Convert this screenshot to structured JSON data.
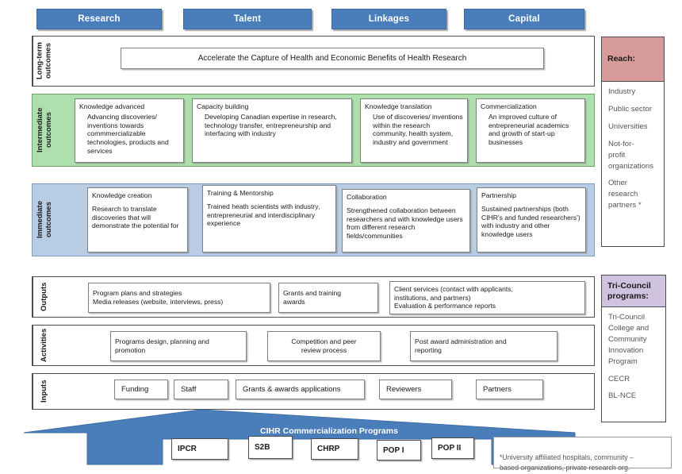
{
  "pillars": [
    {
      "label": "Research"
    },
    {
      "label": "Talent"
    },
    {
      "label": "Linkages"
    },
    {
      "label": "Capital"
    }
  ],
  "rows": {
    "long_term": {
      "label": "Long-term\noutcomes",
      "statement": "Accelerate the Capture of Health and Economic Benefits of Health Research"
    },
    "intermediate": {
      "label": "Intermediate\noutcomes",
      "cards": [
        {
          "title": "Knowledge advanced",
          "body": "Advancing discoveries/ inventions towards commmercializable technologies, products and services"
        },
        {
          "title": "Capacity building",
          "body": "Developing Canadian expertise in research, technology transfer, entrepreneurship and interfacing with industry"
        },
        {
          "title": "Knowledge translation",
          "body": "Use of discoveries/ inventions within the research community, health system, industry and government"
        },
        {
          "title": "Commercialization",
          "body": "An improved culture of entrepreneurial academics and growth of start-up businesses"
        }
      ]
    },
    "immediate": {
      "label": "Immediate\noutcomes",
      "cards": [
        {
          "title": "Knowledge creation",
          "body": "Research to translate discoveries that will demonstrate the potential for"
        },
        {
          "title": "Training & Mentorship",
          "body": "Trained heath scientists with industry, entrepreneurial and interdisciplinary experience"
        },
        {
          "title": "Collaboration",
          "body": "Strengthened collaboration between researchers and with knowledge users from different research fields/communities"
        },
        {
          "title": "Partnership",
          "body": "Sustained partnerships (both CIHR's and funded researchers') with industry and other knowledge users"
        }
      ]
    },
    "outputs": {
      "label": "Outputs",
      "cards": [
        {
          "body": "Program plans and strategies\nMedia releases (website, interviews, press)"
        },
        {
          "body": "Grants and training\nawards"
        },
        {
          "body": "Client services (contact with applicants,\ninstitutions, and partners)\nEvaluation & performance reports"
        }
      ]
    },
    "activities": {
      "label": "Activities",
      "cards": [
        {
          "body": "Programs design, planning and\npromotion"
        },
        {
          "body": "Competition and peer\nreview process"
        },
        {
          "body": "Post award administration and\nreporting"
        }
      ]
    },
    "inputs": {
      "label": "Inputs",
      "cards": [
        {
          "body": "Funding"
        },
        {
          "body": "Staff"
        },
        {
          "body": "Grants & awards applications"
        },
        {
          "body": "Reviewers"
        },
        {
          "body": "Partners"
        }
      ]
    }
  },
  "reach_panel": {
    "heading": "Reach:",
    "items": [
      "Industry",
      "Public sector",
      "Universities",
      "Not-for-\nprofit\norganizations",
      "Other\nresearch\npartners *"
    ]
  },
  "tricouncil_panel": {
    "heading": "Tri-Council\nprograms:",
    "items": [
      "Tri-Council\nCollege and\nCommunity\nInnovation\nProgram",
      "CECR",
      "BL-NCE"
    ]
  },
  "banner": {
    "label": "CIHR Commercialization Programs",
    "programs": [
      {
        "label": "IPCR"
      },
      {
        "label": "S2B"
      },
      {
        "label": "CHRP"
      },
      {
        "label": "POP I"
      },
      {
        "label": "POP II"
      }
    ]
  },
  "footnote": {
    "text": "*University affiliated hospitals, community –\nbased organizations, private research org."
  },
  "colors": {
    "pillar_blue": "#4a7ebb",
    "intermediate_green": "#aee0ae",
    "immediate_blue": "#b8cce4",
    "reach_header": "#d79b9b",
    "tricouncil_header": "#cfc3e0",
    "banner_blue": "#4a7ebb"
  }
}
